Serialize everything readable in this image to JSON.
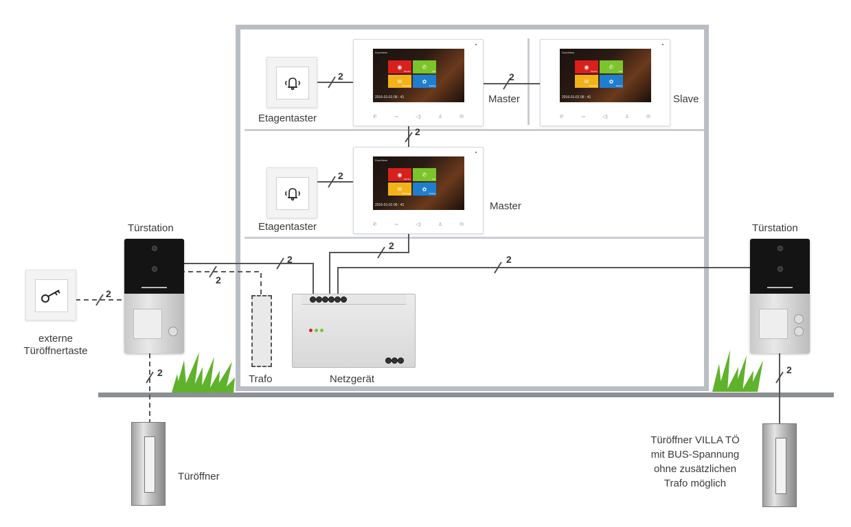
{
  "labels": {
    "etagentaster_top": "Etagentaster",
    "etagentaster_mid": "Etagentaster",
    "master_top": "Master",
    "slave": "Slave",
    "master_mid": "Master",
    "tuerstation_left": "Türstation",
    "tuerstation_right": "Türstation",
    "externe_line1": "externe",
    "externe_line2": "Türöffnertaste",
    "trafo": "Trafo",
    "netzgeraet": "Netzgerät",
    "tueroeffner": "Türöffner",
    "villa_line1": "Türöffner VILLA TÖ",
    "villa_line2": "mit BUS-Spannung",
    "villa_line3": "ohne zusätzlichen",
    "villa_line4": "Trafo möglich"
  },
  "wire_count": "2",
  "monitor": {
    "screen_title": "Doorbless",
    "time": "2016-01-01 06 : 41",
    "tiles": [
      "Monitor",
      "Call",
      "Message",
      "Setting"
    ]
  },
  "colors": {
    "house_border": "#b9bec4",
    "ground": "#8c8f92",
    "tile_red": "#d9201d",
    "tile_green": "#7bc42a",
    "tile_yellow": "#f4b21a",
    "tile_blue": "#1e7fcf",
    "grass": "#5fb22b"
  },
  "icons": {
    "doorbell": "bell-icon",
    "key": "key-icon",
    "monitor_buttons": [
      "phone-icon",
      "key-icon",
      "speaker-icon",
      "user-icon",
      "mail-icon"
    ]
  }
}
